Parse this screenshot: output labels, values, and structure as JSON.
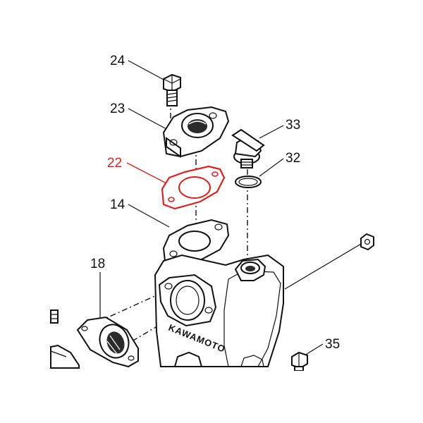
{
  "diagram": {
    "callouts": [
      {
        "id": "24",
        "highlighted": false
      },
      {
        "id": "23",
        "highlighted": false
      },
      {
        "id": "22",
        "highlighted": true
      },
      {
        "id": "14",
        "highlighted": false
      },
      {
        "id": "33",
        "highlighted": false
      },
      {
        "id": "32",
        "highlighted": false
      },
      {
        "id": "18",
        "highlighted": false
      },
      {
        "id": "35",
        "highlighted": false
      }
    ],
    "brand_marking": "KAWAMOTO",
    "colors": {
      "highlight": "#e0201b",
      "line": "#111111",
      "background": "#ffffff"
    }
  }
}
